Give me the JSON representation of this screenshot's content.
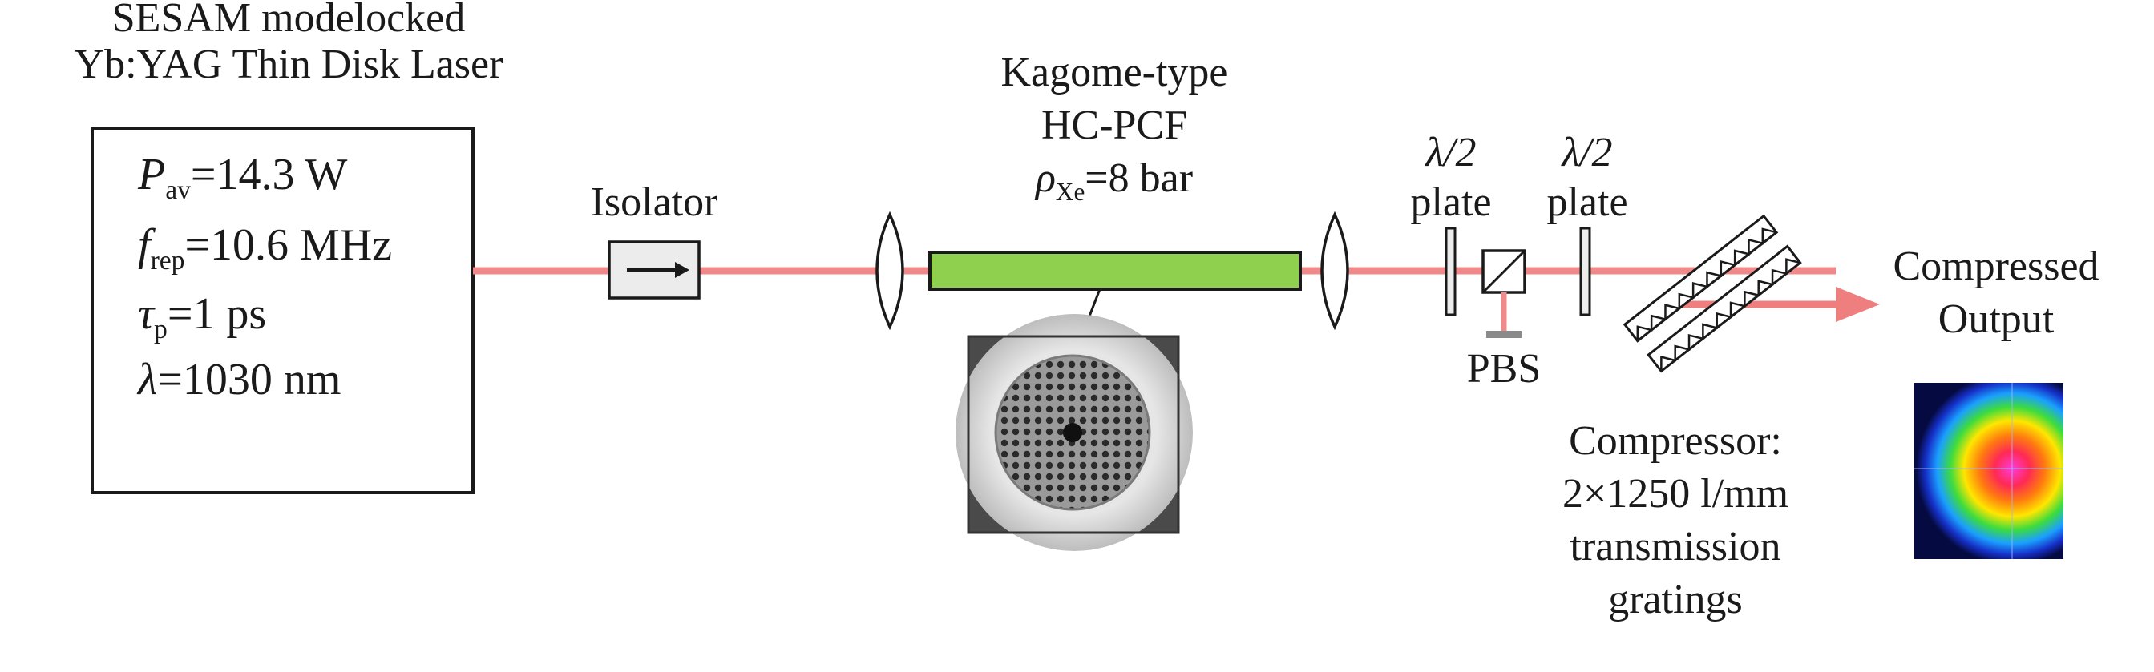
{
  "laser": {
    "title_line1": "SESAM modelocked",
    "title_line2": "Yb:YAG Thin Disk Laser",
    "p_sym": "P",
    "p_sub": "av",
    "p_val": "=14.3 W",
    "f_sym": "f",
    "f_sub": "rep",
    "f_val": "=10.6 MHz",
    "tau_sym": "τ",
    "tau_sub": "p",
    "tau_val": "=1 ps",
    "lambda_sym": "λ",
    "lambda_val": "=1030 nm"
  },
  "isolator": {
    "label": "Isolator",
    "arrow": "→"
  },
  "fiber": {
    "line1": "Kagome-type",
    "line2": "HC-PCF",
    "rho_sym": "ρ",
    "rho_sub": "Xe",
    "rho_val": "=8 bar"
  },
  "waveplate1": {
    "sym": "λ",
    "frac": "/2",
    "word": "plate"
  },
  "waveplate2": {
    "sym": "λ",
    "frac": "/2",
    "word": "plate"
  },
  "pbs": {
    "label": "PBS"
  },
  "compressor": {
    "line1": "Compressor:",
    "line2": "2×1250 l/mm",
    "line3": "transmission",
    "line4": "gratings"
  },
  "output": {
    "line1": "Compressed",
    "line2": "Output"
  },
  "colors": {
    "beam": "#f08a8a",
    "fiber_fill": "#8fd14f",
    "stroke": "#1a1a1a",
    "beam_arrow": "#ef7f7f"
  },
  "icons": [
    "lens-icon",
    "isolator-arrow-icon",
    "pbs-cube-icon",
    "grating-icon",
    "fiber-crosssection-image",
    "beam-profile-image"
  ]
}
